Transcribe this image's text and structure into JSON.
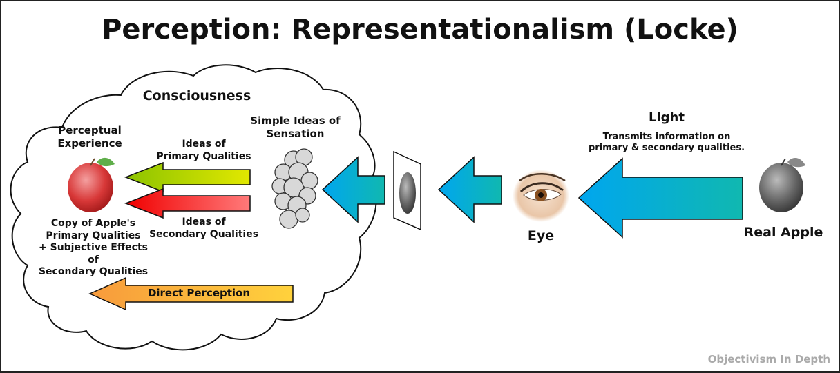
{
  "title": "Perception: Representationalism (Locke)",
  "consciousness": {
    "label": "Consciousness",
    "perceptual_experience": [
      "Perceptual",
      "Experience"
    ],
    "simple_ideas": [
      "Simple Ideas of",
      "Sensation"
    ],
    "primary_arrow": [
      "Ideas of",
      "Primary Qualities"
    ],
    "secondary_arrow": [
      "Ideas of",
      "Secondary Qualities"
    ],
    "copy_caption": [
      "Copy of Apple's",
      "Primary Qualities",
      "+ Subjective Effects of",
      "Secondary Qualities"
    ],
    "direct_perception": "Direct Perception"
  },
  "light": {
    "label": "Light",
    "desc": [
      "Transmits information on",
      "primary & secondary qualities."
    ]
  },
  "eye_label": "Eye",
  "real_apple_label": "Real Apple",
  "watermark": "Objectivism In Depth",
  "colors": {
    "blue_arrow_start": "#00a6ef",
    "blue_arrow_end": "#10b8b0",
    "green_start": "#8cc300",
    "green_end": "#e2e800",
    "red_start": "#f00000",
    "red_end": "#ff7a7a",
    "orange_start": "#f79a3c",
    "orange_end": "#ffd23c"
  }
}
